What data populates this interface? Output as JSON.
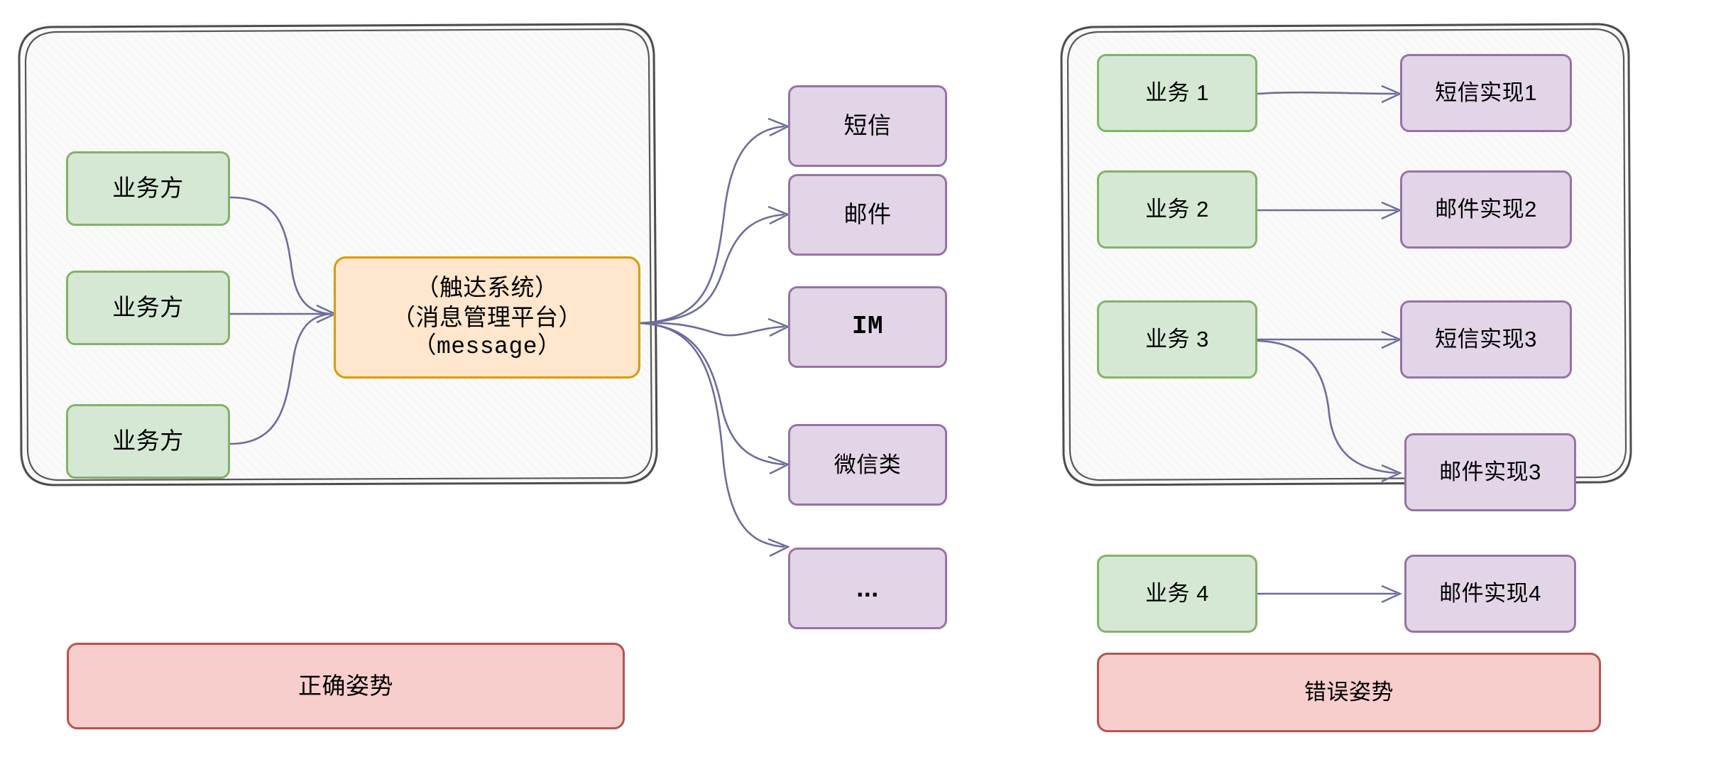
{
  "diagram": {
    "title_left": "正确姿势",
    "title_right": "错误姿势",
    "left_panel": {
      "banner_label": "正确姿势",
      "producers": [
        {
          "label": "业务方"
        },
        {
          "label": "业务方"
        },
        {
          "label": "业务方"
        }
      ],
      "hub": {
        "line1": "（触达系统）",
        "line2": "（消息管理平台）",
        "line3": "（message）"
      },
      "channels": [
        {
          "label": "短信"
        },
        {
          "label": "邮件"
        },
        {
          "label": "IM"
        },
        {
          "label": "微信类"
        },
        {
          "label": "..."
        }
      ]
    },
    "right_panel": {
      "banner_label": "错误姿势",
      "businesses": [
        {
          "label": "业务 1"
        },
        {
          "label": "业务 2"
        },
        {
          "label": "业务 3"
        },
        {
          "label": "业务 4"
        }
      ],
      "implementations": [
        {
          "label": "短信实现1"
        },
        {
          "label": "邮件实现2"
        },
        {
          "label": "短信实现3"
        },
        {
          "label": "邮件实现3"
        },
        {
          "label": "邮件实现4"
        }
      ],
      "edges": [
        {
          "from": "业务 1",
          "to": "短信实现1"
        },
        {
          "from": "业务 2",
          "to": "邮件实现2"
        },
        {
          "from": "业务 3",
          "to": "短信实现3"
        },
        {
          "from": "业务 3",
          "to": "邮件实现3"
        },
        {
          "from": "业务 4",
          "to": "邮件实现4"
        }
      ]
    },
    "colors": {
      "green_fill": "#d5e8d4",
      "green_stroke": "#82b366",
      "purple_fill": "#e1d5e7",
      "purple_stroke": "#9673a6",
      "orange_fill": "#ffe6cc",
      "orange_stroke": "#d79b00",
      "red_fill": "#f8cecc",
      "red_stroke": "#b85450",
      "edge_stroke": "#6c6c9c",
      "panel_stroke": "#4d4d4d",
      "panel_fill": "#fafafa"
    }
  }
}
